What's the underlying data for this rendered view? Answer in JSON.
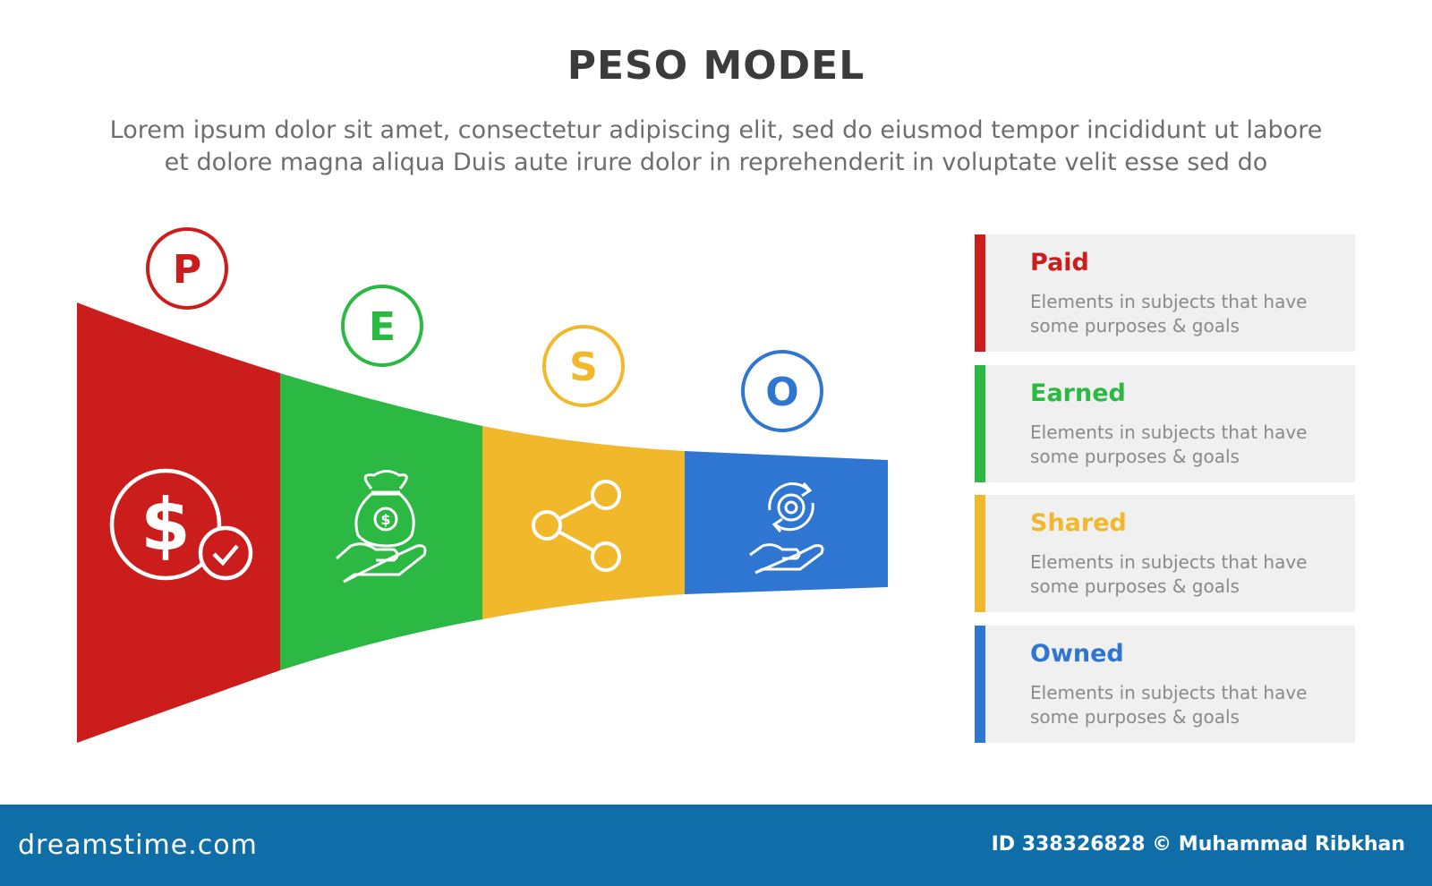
{
  "title": "PESO MODEL",
  "subtitle": {
    "line1": "Lorem ipsum dolor sit amet, consectetur adipiscing elit, sed do eiusmod tempor incididunt ut labore",
    "line2": "et dolore magna aliqua Duis aute irure dolor in reprehenderit in voluptate velit esse sed do"
  },
  "segments": [
    {
      "letter": "P",
      "color": "#cc1d1d",
      "icon": "dollar-check-icon"
    },
    {
      "letter": "E",
      "color": "#2bb843",
      "icon": "money-bag-hand-icon"
    },
    {
      "letter": "S",
      "color": "#f0b82a",
      "icon": "share-icon"
    },
    {
      "letter": "O",
      "color": "#2f75d2",
      "icon": "gear-cycle-hand-icon"
    }
  ],
  "cards": [
    {
      "heading": "Paid",
      "color": "#cc1d1d",
      "desc1": "Elements in subjects that have",
      "desc2": "some purposes & goals"
    },
    {
      "heading": "Earned",
      "color": "#2bb843",
      "desc1": "Elements in subjects that have",
      "desc2": "some purposes & goals"
    },
    {
      "heading": "Shared",
      "color": "#f0b82a",
      "desc1": "Elements in subjects that have",
      "desc2": "some purposes & goals"
    },
    {
      "heading": "Owned",
      "color": "#2f75d2",
      "desc1": "Elements in subjects that have",
      "desc2": "some purposes & goals"
    }
  ],
  "footer": {
    "brand": "dreamstime.com",
    "credit": "ID 338326828 © Muhammad Ribkhan"
  }
}
